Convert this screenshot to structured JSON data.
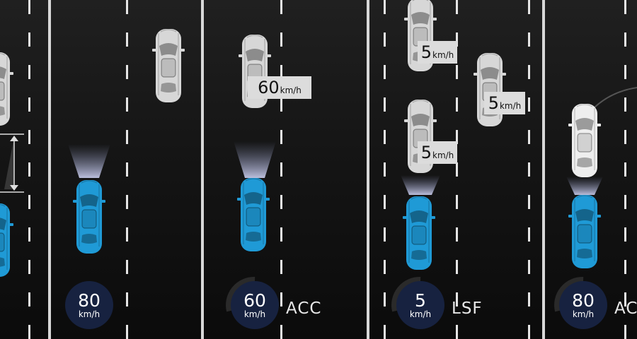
{
  "colors": {
    "ego_car": "#1f9ad6",
    "other_car": "#d7d7d7",
    "gauge_fill": "#172240",
    "label_bg": "#dcdcdc"
  },
  "panels": [
    {
      "name": "panel-1-distance",
      "gauge": null,
      "mode": ""
    },
    {
      "name": "panel-2-no-acc",
      "gauge": {
        "value": "80",
        "unit": "km/h"
      },
      "mode": "",
      "lead_car": {
        "speed": "",
        "unit": ""
      }
    },
    {
      "name": "panel-3-acc",
      "gauge": {
        "value": "60",
        "unit": "km/h"
      },
      "mode": "ACC",
      "lead_car": {
        "speed": "60",
        "unit": "km/h"
      }
    },
    {
      "name": "panel-4-lsf",
      "gauge": {
        "value": "5",
        "unit": "km/h"
      },
      "mode": "LSF",
      "traffic": [
        {
          "speed": "5",
          "unit": "km/h"
        },
        {
          "speed": "5",
          "unit": "km/h"
        },
        {
          "speed": "5",
          "unit": "km/h"
        }
      ]
    },
    {
      "name": "panel-5-acc-cut",
      "gauge": {
        "value": "80",
        "unit": "km/h"
      },
      "mode": "AC"
    }
  ]
}
